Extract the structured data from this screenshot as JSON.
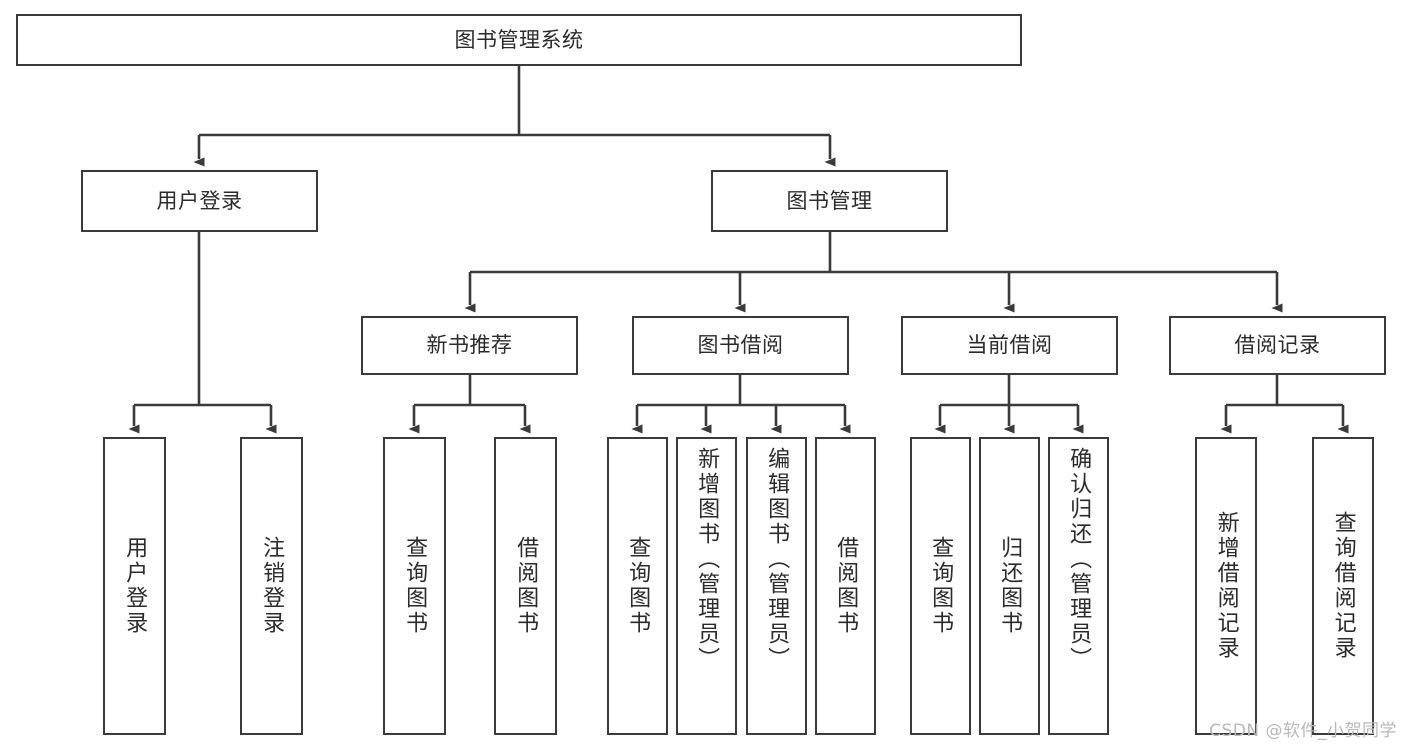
{
  "diagram": {
    "type": "tree-hierarchy",
    "title": "图书管理系统",
    "stroke_color": "#3a3a3a",
    "fill_color": "#ffffff",
    "text_color": "#2b2b2b",
    "root": {
      "id": "root",
      "label": "图书管理系统"
    },
    "level2": [
      {
        "id": "user-login",
        "label": "用户登录"
      },
      {
        "id": "book-manage",
        "label": "图书管理"
      }
    ],
    "level3": [
      {
        "id": "new-book-rec",
        "label": "新书推荐",
        "parent": "book-manage"
      },
      {
        "id": "book-borrow",
        "label": "图书借阅",
        "parent": "book-manage"
      },
      {
        "id": "current-borrow",
        "label": "当前借阅",
        "parent": "book-manage"
      },
      {
        "id": "borrow-record",
        "label": "借阅记录",
        "parent": "book-manage"
      }
    ],
    "leaves": {
      "user-login": [
        {
          "id": "leaf-user-login",
          "label": "用户登录"
        },
        {
          "id": "leaf-user-logout",
          "label": "注销登录"
        }
      ],
      "new-book-rec": [
        {
          "id": "leaf-query-book-1",
          "label": "查询图书"
        },
        {
          "id": "leaf-borrow-book-1",
          "label": "借阅图书"
        }
      ],
      "book-borrow": [
        {
          "id": "leaf-query-book-2",
          "label": "查询图书"
        },
        {
          "id": "leaf-add-book",
          "label": "新增图书（管理员）"
        },
        {
          "id": "leaf-edit-book",
          "label": "编辑图书（管理员）"
        },
        {
          "id": "leaf-borrow-book-2",
          "label": "借阅图书"
        }
      ],
      "current-borrow": [
        {
          "id": "leaf-query-book-3",
          "label": "查询图书"
        },
        {
          "id": "leaf-return-book",
          "label": "归还图书"
        },
        {
          "id": "leaf-confirm-return",
          "label": "确认归还（管理员）"
        }
      ],
      "borrow-record": [
        {
          "id": "leaf-add-record",
          "label": "新增借阅记录"
        },
        {
          "id": "leaf-query-record",
          "label": "查询借阅记录"
        }
      ]
    }
  },
  "watermark": {
    "text": "CSDN @软件_小贺同学"
  }
}
